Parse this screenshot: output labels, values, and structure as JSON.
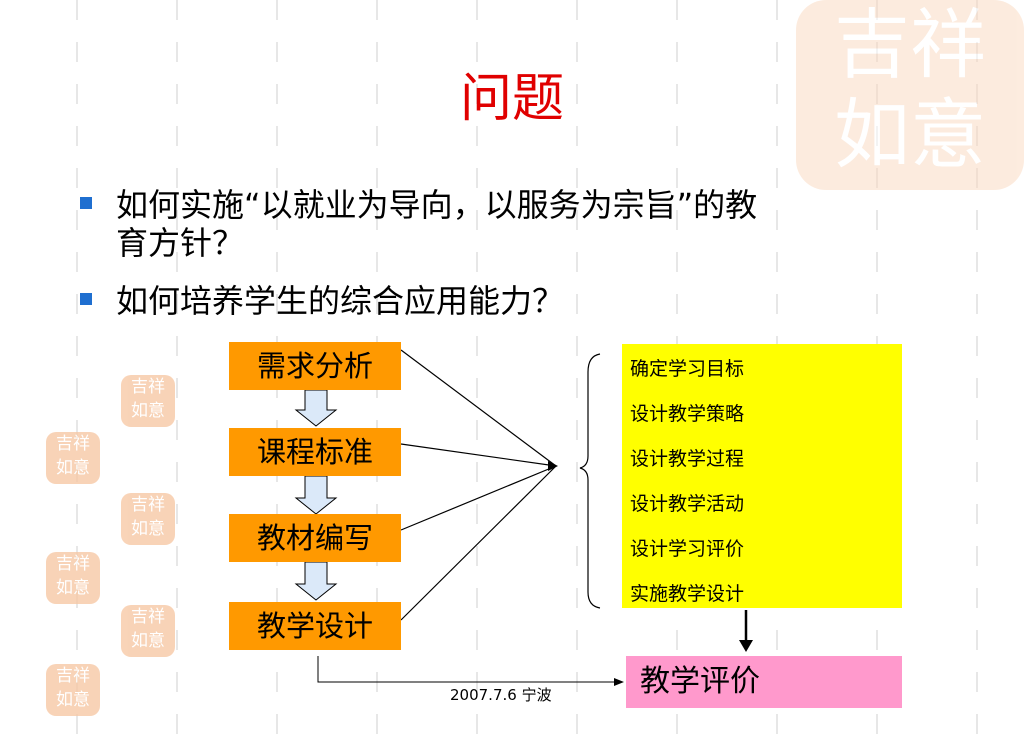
{
  "slide": {
    "title": "问题",
    "bullets": [
      "如何实施“以就业为导向，以服务为宗旨”的教",
      "育方针？",
      "如何培养学生的综合应用能力？"
    ],
    "flow_steps": [
      "需求分析",
      "课程标准",
      "教材编写",
      "教学设计"
    ],
    "design_tasks": [
      "确定学习目标",
      "设计教学策略",
      "设计教学过程",
      "设计教学活动",
      "设计学习评价",
      "实施教学设计"
    ],
    "evaluation": "教学评价",
    "footer": "2007.7.6 宁波",
    "seal_text": [
      "吉祥",
      "如意"
    ]
  },
  "colors": {
    "title": "#e00000",
    "flow_box": "#ff9900",
    "task_panel": "#ffff00",
    "evaluation_box": "#ff99cc",
    "bullet": "#1f6fd0",
    "arrow_fill": "#dbe9f9"
  }
}
